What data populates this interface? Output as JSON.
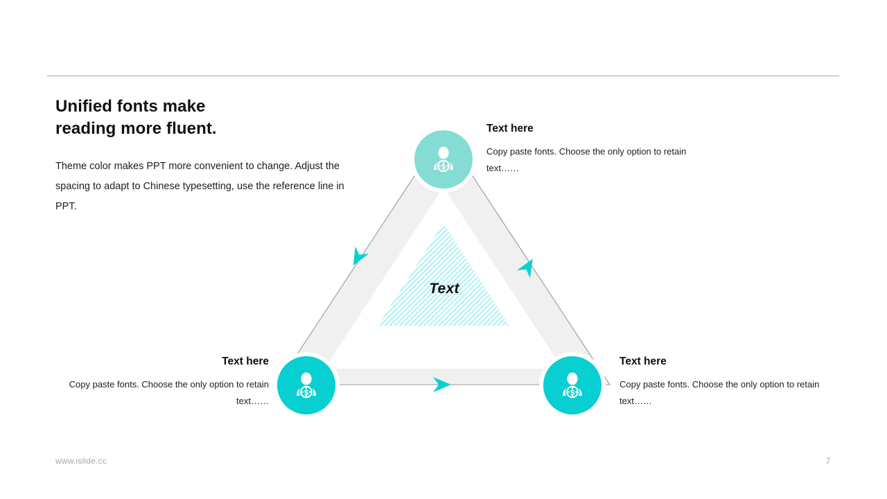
{
  "slide": {
    "headline_line1": "Unified fonts make",
    "headline_line2": "reading more fluent.",
    "lead_line1": "Theme color makes PPT more convenient to change.",
    "lead_line2": "Adjust the spacing to adapt to Chinese typesetting, use the",
    "lead_line3": "reference line in PPT.",
    "center_label": "Text"
  },
  "callouts": [
    {
      "id": "top",
      "title": "Text here",
      "body": "Copy paste fonts. Choose the only option to retain text……"
    },
    {
      "id": "left",
      "title": "Text here",
      "body": "Copy paste fonts. Choose the only option to retain text……"
    },
    {
      "id": "right",
      "title": "Text here",
      "body": "Copy paste fonts. Choose the only option to retain text……"
    }
  ],
  "nodes": [
    {
      "id": "top",
      "icon": "person-dollar-target-icon",
      "color": "#84dcd5"
    },
    {
      "id": "left",
      "icon": "person-dollar-target-icon",
      "color": "#08cfd1"
    },
    {
      "id": "right",
      "icon": "person-dollar-target-icon",
      "color": "#08cfd1"
    }
  ],
  "diagram": {
    "band_fill": "#f0f0f0",
    "band_stroke": "#9a9a9a",
    "arrow_color": "#0ad1d1",
    "hatch_color": "#9ff0f4",
    "arrows": [
      {
        "id": "left-edge",
        "direction": "down-left"
      },
      {
        "id": "right-edge",
        "direction": "up-right"
      },
      {
        "id": "bottom-edge",
        "direction": "right"
      }
    ]
  },
  "footer": {
    "url": "www.islide.cc",
    "page_number": "7"
  }
}
